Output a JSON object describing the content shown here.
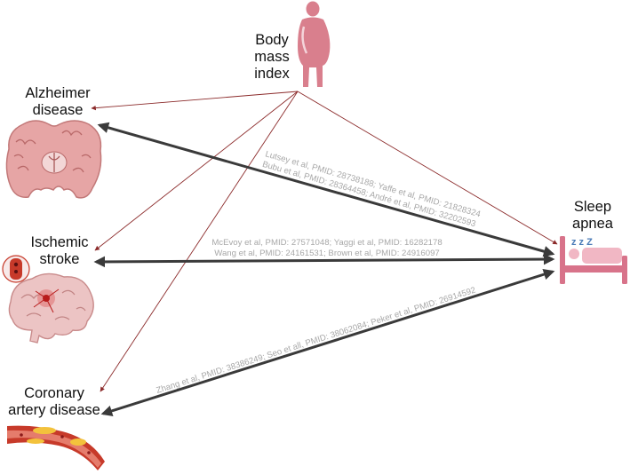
{
  "nodes": {
    "bmi": [
      "Body",
      "mass",
      "index"
    ],
    "alzheimer": [
      "Alzheimer",
      "disease"
    ],
    "stroke": [
      "Ischemic",
      "stroke"
    ],
    "cad": [
      "Coronary",
      "artery disease"
    ],
    "apnea": [
      "Sleep",
      "apnea"
    ]
  },
  "citations": {
    "alzheimer": [
      "Lutsey et al, PMID: 28738188; Yaffe et al, PMID: 21828324",
      "Bubu et al, PMID: 28364458; André  et al, PMID: 32202593"
    ],
    "stroke": [
      "McEvoy et al, PMID: 27571048; Yaggi et al, PMID: 16282178",
      "Wang et al, PMID: 24161531; Brown et al, PMID: 24916097"
    ],
    "cad": [
      "Zhang et al, PMID: 38386249; Seo et all, PMID: 38062084; Peker et al, PMID: 26914592"
    ]
  },
  "sleep_symbol": "z z Z",
  "colors": {
    "bmi_edge": "#8b2a2a",
    "apnea_edge": "#3a3a3a",
    "figure_pink": "#d97f8d",
    "brain": "#e6a5a5",
    "artery": "#c73a2a",
    "bed": "#d8738a"
  }
}
